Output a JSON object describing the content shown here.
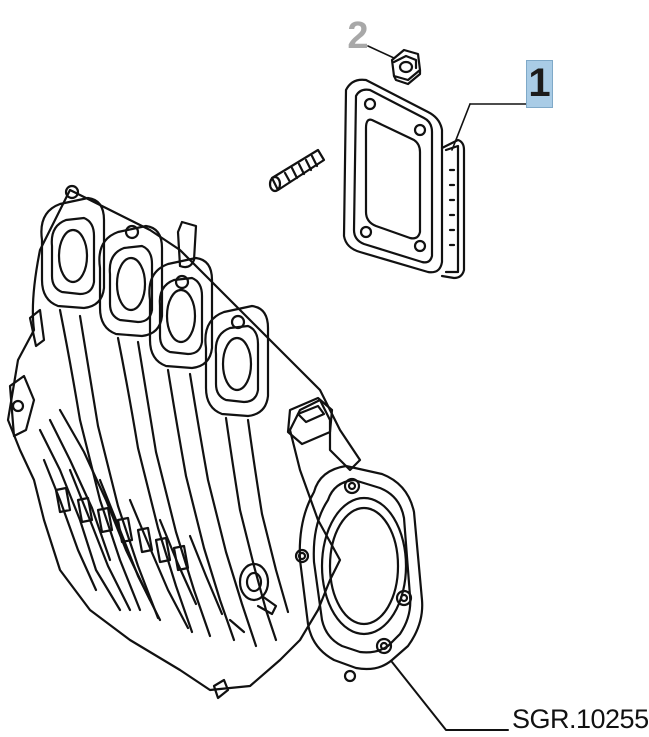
{
  "callouts": {
    "part_1": {
      "label": "1",
      "color": "#a9cce6"
    },
    "part_2": {
      "label": "2",
      "color": "#a8a8a8"
    }
  },
  "drawing_code": "SGR.10255",
  "colors": {
    "line": "#111111",
    "background": "#ffffff"
  }
}
